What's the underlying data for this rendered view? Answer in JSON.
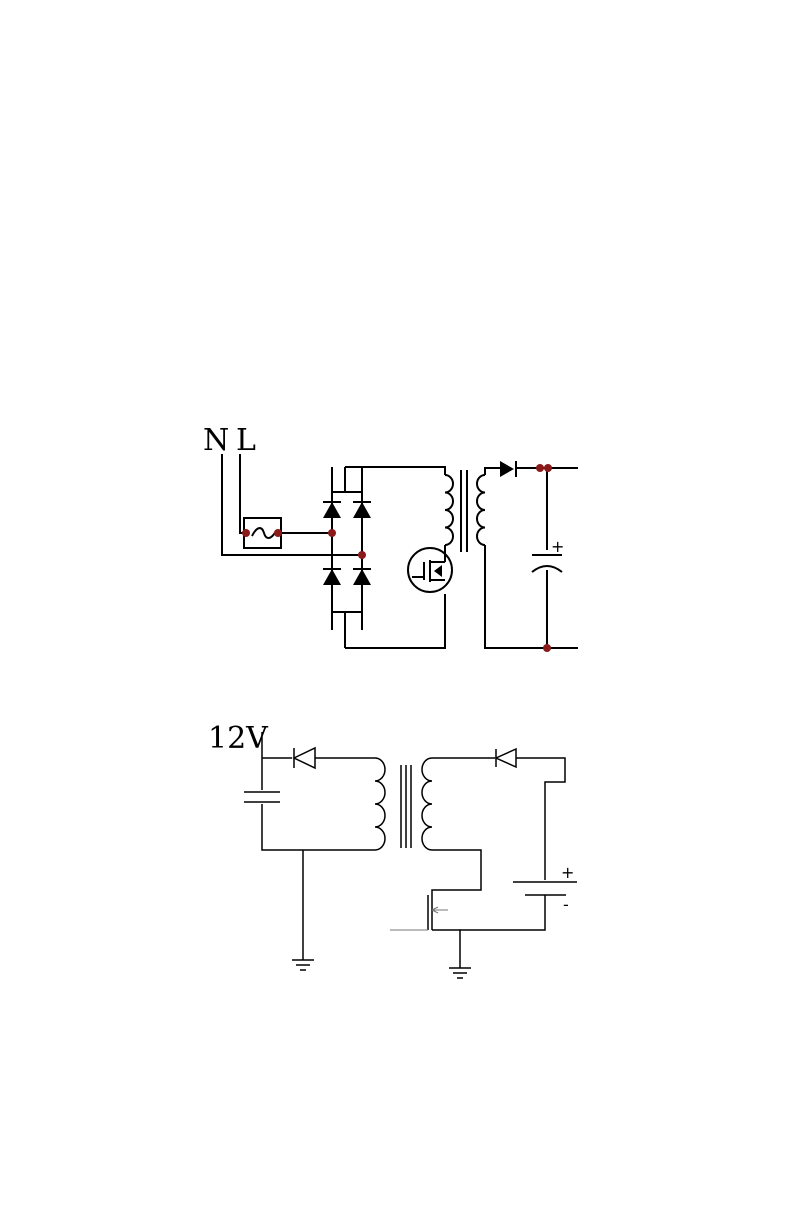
{
  "diagram1": {
    "label_n": "N",
    "label_l": "L",
    "capacitor_polarity": "+",
    "node_color": "#8b1a1a"
  },
  "diagram2": {
    "label_supply": "12V",
    "battery_plus": "+",
    "battery_minus": "-"
  },
  "line_color": "#000000"
}
